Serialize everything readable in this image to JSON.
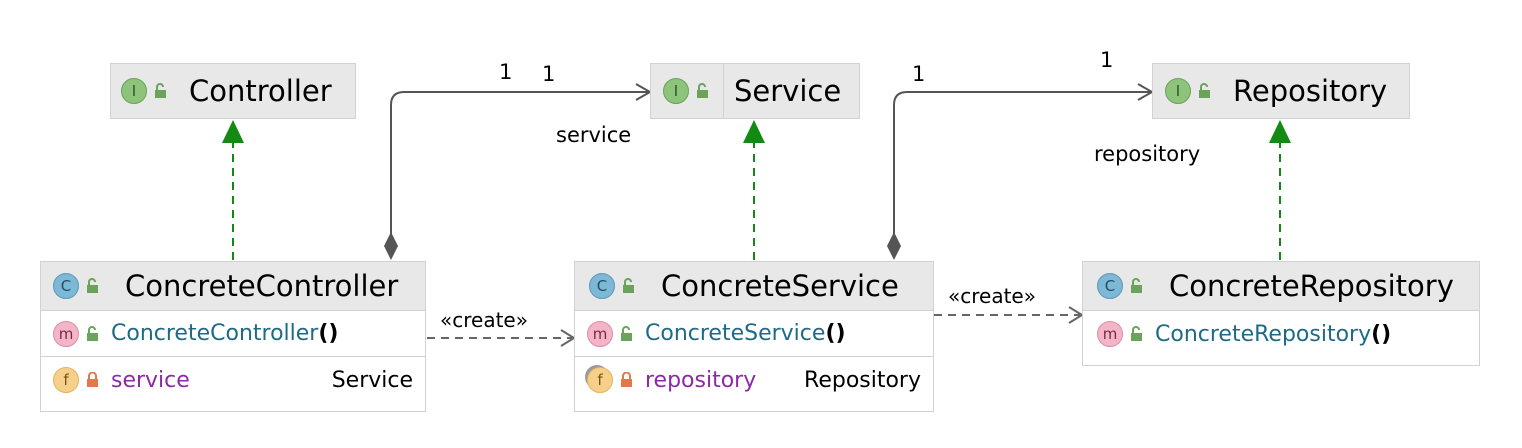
{
  "interfaces": {
    "controller": {
      "name": "Controller",
      "badge": "I"
    },
    "service": {
      "name": "Service",
      "badge": "I"
    },
    "repository": {
      "name": "Repository",
      "badge": "I"
    }
  },
  "classes": {
    "concrete_controller": {
      "name": "ConcreteController",
      "badge": "C",
      "method": {
        "badge": "m",
        "name": "ConcreteController",
        "parens": "()"
      },
      "field": {
        "badge": "f",
        "name": "service",
        "type": "Service"
      }
    },
    "concrete_service": {
      "name": "ConcreteService",
      "badge": "C",
      "method": {
        "badge": "m",
        "name": "ConcreteService",
        "parens": "()"
      },
      "field": {
        "badge": "f",
        "name": "repository",
        "type": "Repository"
      }
    },
    "concrete_repository": {
      "name": "ConcreteRepository",
      "badge": "C",
      "method": {
        "badge": "m",
        "name": "ConcreteRepository",
        "parens": "()"
      }
    }
  },
  "edge_labels": {
    "ctrl_svc_mult_source": "1",
    "ctrl_svc_mult_target": "1",
    "ctrl_svc_role": "service",
    "svc_repo_mult_source": "1",
    "svc_repo_mult_target": "1",
    "svc_repo_role": "repository",
    "create_1": "«create»",
    "create_2": "«create»"
  },
  "colors": {
    "realization": "#138a13",
    "association": "#555555",
    "dependency": "#666666",
    "header_bg": "#e8e8e8"
  }
}
